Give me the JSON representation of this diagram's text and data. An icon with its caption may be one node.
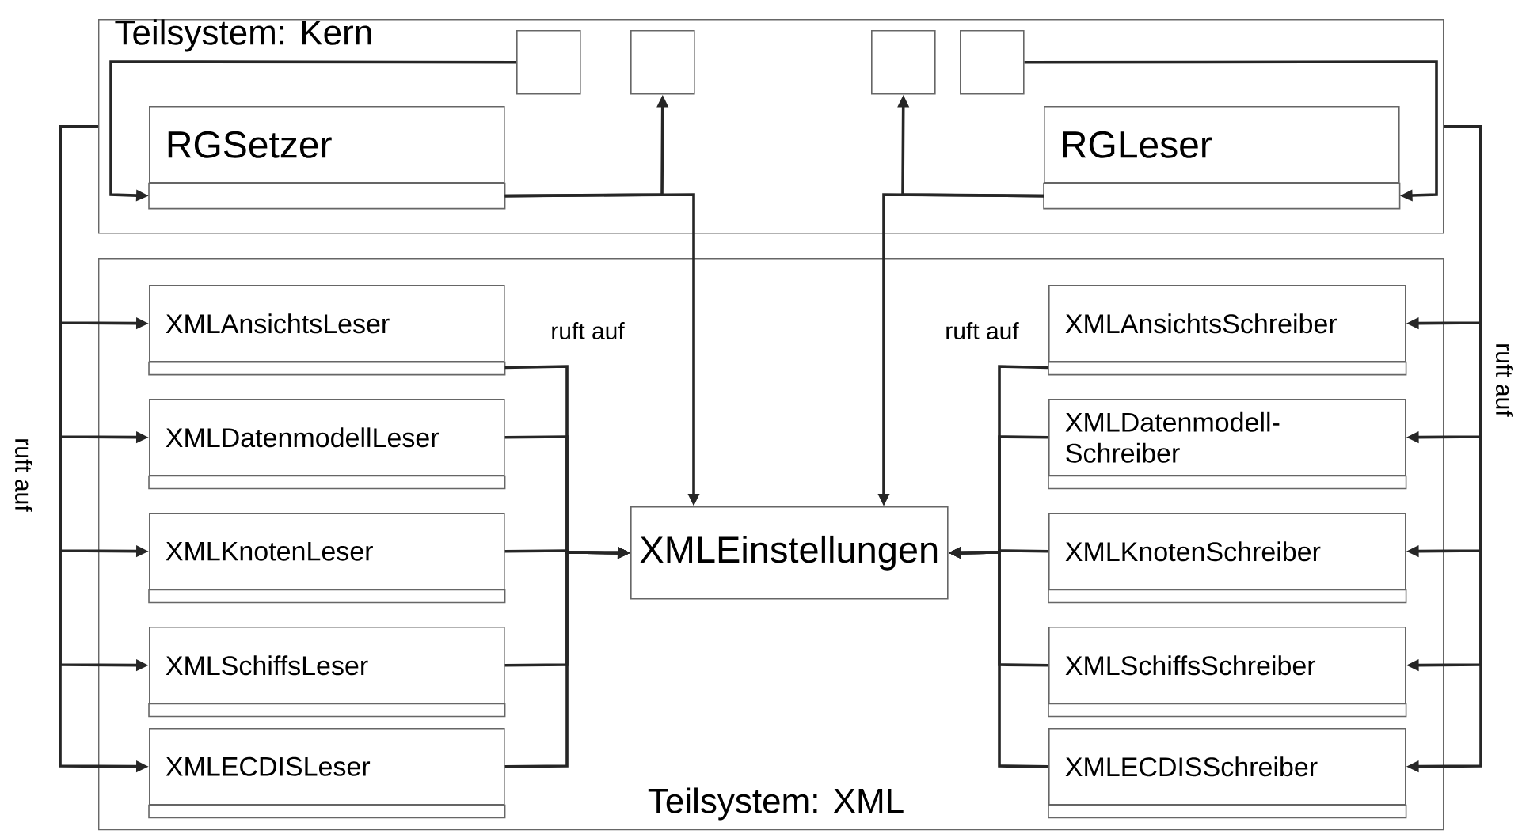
{
  "diagram": {
    "nodes": [
      {
        "text": [
          "Teilsystem: Kern"
        ]
      },
      {
        "text": [],
        "shape": "box",
        "in": 0
      },
      {
        "text": [],
        "shape": "box",
        "in": 0
      },
      {
        "text": [],
        "shape": "box",
        "in": 0
      },
      {
        "text": [],
        "shape": "box",
        "in": 0
      },
      {
        "text": [
          "RGSetzer"
        ],
        "in": 0
      },
      {
        "text": [
          "RGLeser"
        ],
        "in": 0
      },
      {
        "text": [
          "Teilsystem: XML"
        ]
      },
      {
        "text": [
          "XMLAnsichtsLeser"
        ],
        "in": 7
      },
      {
        "text": [
          "XMLDatenmodellLeser"
        ],
        "in": 7
      },
      {
        "text": [
          "XMLKnotenLeser"
        ],
        "in": 7
      },
      {
        "text": [
          "XMLSchiffsLeser"
        ],
        "in": 7
      },
      {
        "text": [
          "XMLECDISLeser"
        ],
        "in": 7
      },
      {
        "text": [
          "XMLEinstellungen"
        ],
        "in": 7
      },
      {
        "text": [
          "XMLAnsichtsSchreiber"
        ],
        "in": 7
      },
      {
        "text": [
          "XMLDatenmodell- Schreiber"
        ],
        "in": 7
      },
      {
        "text": [
          "XMLKnotenSchreiber"
        ],
        "in": 7
      },
      {
        "text": [
          "XMLSchiffsSchreiber"
        ],
        "in": 7
      },
      {
        "text": [
          "XMLECDISSchreiber"
        ],
        "in": 7
      }
    ],
    "edges": [
      {
        "from": 1,
        "to": 5,
        "arrow": "to"
      },
      {
        "from": 5,
        "to": 2,
        "arrow": "to"
      },
      {
        "from": 5,
        "to": 13,
        "arrow": "to"
      },
      {
        "from": 6,
        "to": 3,
        "arrow": "to"
      },
      {
        "from": 6,
        "to": 13,
        "arrow": "to"
      },
      {
        "from": 4,
        "to": 6,
        "arrow": "to"
      },
      {
        "from": 0,
        "to": 8,
        "arrow": "to"
      },
      {
        "from": 0,
        "to": 9,
        "arrow": "to"
      },
      {
        "from": 0,
        "to": 10,
        "arrow": "to"
      },
      {
        "from": 0,
        "to": 11,
        "arrow": "to"
      },
      {
        "from": 0,
        "to": 12,
        "arrow": "to"
      },
      {
        "from": 0,
        "to": 14,
        "arrow": "to"
      },
      {
        "from": 0,
        "to": 15,
        "arrow": "to"
      },
      {
        "from": 0,
        "to": 16,
        "arrow": "to"
      },
      {
        "from": 0,
        "to": 17,
        "arrow": "to"
      },
      {
        "from": 0,
        "to": 18,
        "arrow": "to"
      },
      {
        "from": 8,
        "to": 13,
        "arrow": "to"
      },
      {
        "from": 9,
        "to": 13,
        "arrow": "to"
      },
      {
        "from": 10,
        "to": 13,
        "arrow": "to"
      },
      {
        "from": 11,
        "to": 13,
        "arrow": "to"
      },
      {
        "from": 12,
        "to": 13,
        "arrow": "to"
      },
      {
        "from": 14,
        "to": 13,
        "arrow": "to"
      },
      {
        "from": 15,
        "to": 13,
        "arrow": "to"
      },
      {
        "from": 16,
        "to": 13,
        "arrow": "to"
      },
      {
        "from": 17,
        "to": 13,
        "arrow": "to"
      },
      {
        "from": 18,
        "to": 13,
        "arrow": "to"
      }
    ],
    "labels": [
      "ruft auf",
      "ruft auf",
      "ruft auf",
      "ruft auf"
    ]
  }
}
